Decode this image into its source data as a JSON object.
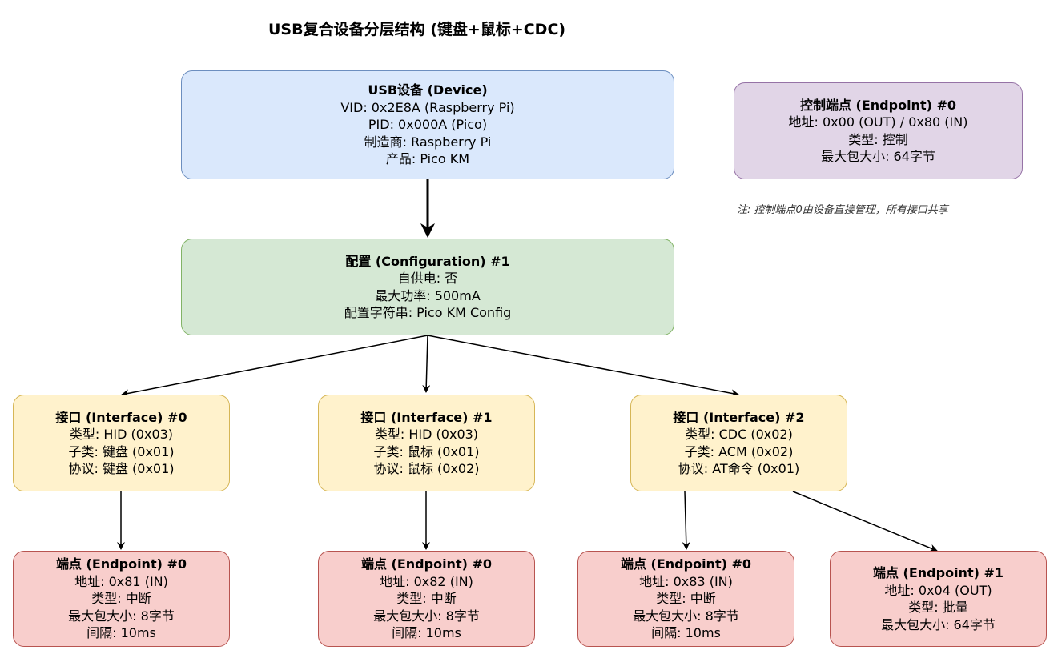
{
  "title": "USB复合设备分层结构 (键盘+鼠标+CDC)",
  "device": {
    "head": "USB设备 (Device)",
    "lines": [
      "VID: 0x2E8A (Raspberry Pi)",
      "PID: 0x000A (Pico)",
      "制造商: Raspberry Pi",
      "产品: Pico KM"
    ]
  },
  "configuration": {
    "head": "配置 (Configuration) #1",
    "lines": [
      "自供电: 否",
      "最大功率: 500mA",
      "配置字符串: Pico KM Config"
    ]
  },
  "control_endpoint": {
    "head": "控制端点 (Endpoint) #0",
    "lines": [
      "地址: 0x00 (OUT) / 0x80 (IN)",
      "类型: 控制",
      "最大包大小: 64字节"
    ]
  },
  "note": "注: 控制端点0由设备直接管理，所有接口共享",
  "interfaces": [
    {
      "head": "接口 (Interface) #0",
      "lines": [
        "类型: HID (0x03)",
        "子类: 键盘 (0x01)",
        "协议: 键盘 (0x01)"
      ]
    },
    {
      "head": "接口 (Interface) #1",
      "lines": [
        "类型: HID (0x03)",
        "子类: 鼠标 (0x01)",
        "协议: 鼠标 (0x02)"
      ]
    },
    {
      "head": "接口 (Interface) #2",
      "lines": [
        "类型: CDC (0x02)",
        "子类: ACM (0x02)",
        "协议: AT命令 (0x01)"
      ]
    }
  ],
  "endpoints": [
    {
      "head": "端点 (Endpoint) #0",
      "lines": [
        "地址: 0x81 (IN)",
        "类型: 中断",
        "最大包大小: 8字节",
        "间隔: 10ms"
      ]
    },
    {
      "head": "端点 (Endpoint) #0",
      "lines": [
        "地址: 0x82 (IN)",
        "类型: 中断",
        "最大包大小: 8字节",
        "间隔: 10ms"
      ]
    },
    {
      "head": "端点 (Endpoint) #0",
      "lines": [
        "地址: 0x83 (IN)",
        "类型: 中断",
        "最大包大小: 8字节",
        "间隔: 10ms"
      ]
    },
    {
      "head": "端点 (Endpoint) #1",
      "lines": [
        "地址: 0x04 (OUT)",
        "类型: 批量",
        "最大包大小: 64字节"
      ]
    }
  ],
  "colors": {
    "device": "#dae8fc",
    "configuration": "#d5e8d4",
    "interface": "#fff2cc",
    "endpoint": "#f8cecc",
    "control": "#e1d5e7"
  }
}
